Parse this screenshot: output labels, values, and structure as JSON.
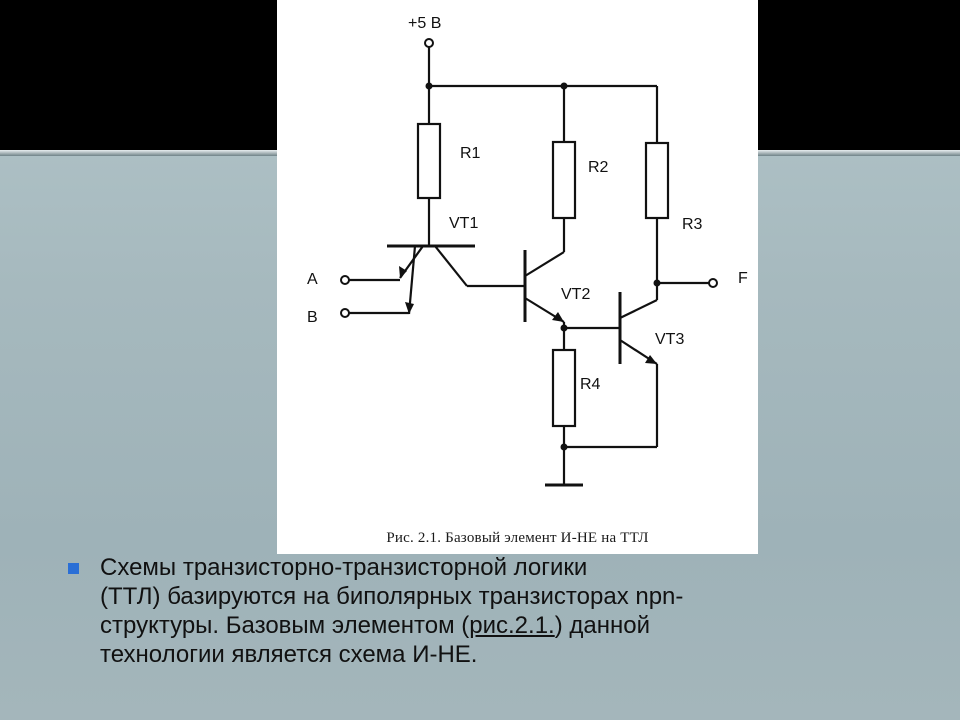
{
  "figure": {
    "labels": {
      "supply": "+5 В",
      "r1": "R1",
      "r2": "R2",
      "r3": "R3",
      "r4": "R4",
      "vt1": "VT1",
      "vt2": "VT2",
      "vt3": "VT3",
      "input_a": "A",
      "input_b": "B",
      "output_f": "F"
    },
    "caption": "Рис. 2.1. Базовый элемент И-НЕ на ТТЛ"
  },
  "text": {
    "line1": "Схемы транзисторно-транзисторной логики",
    "line2": "(ТТЛ) базируются на биполярных транзисторах npn-",
    "line3_before": "структуры. Базовым элементом (",
    "line3_link": "рис.2.1.",
    "line3_after": ") данной",
    "line4": "технологии является схема И-НЕ."
  },
  "colors": {
    "bullet": "#2a6fd6",
    "top_band": "#000000"
  }
}
